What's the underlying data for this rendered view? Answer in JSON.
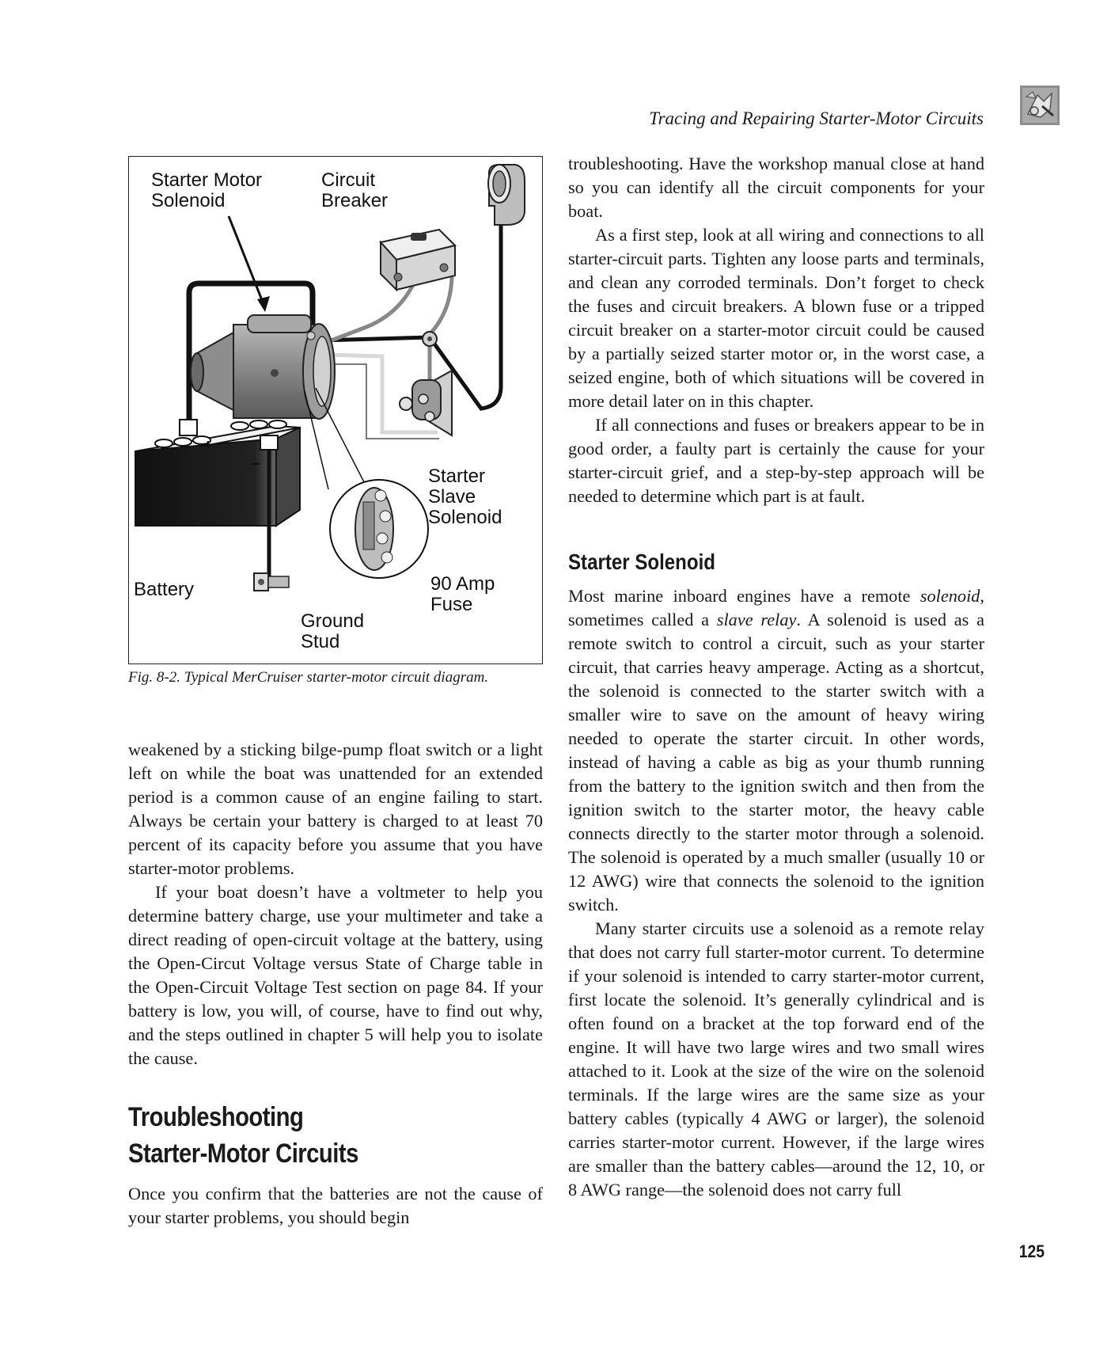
{
  "running_head": "Tracing and Repairing Starter-Motor Circuits",
  "icon": "chapter-tab-icon",
  "figure": {
    "labels": {
      "starter_motor_solenoid": "Starter Motor\nSolenoid",
      "circuit_breaker": "Circuit\nBreaker",
      "starter_slave_solenoid": "Starter\nSlave\nSolenoid",
      "battery": "Battery",
      "amp_fuse": "90 Amp\nFuse",
      "ground_stud": "Ground\nStud",
      "plus": "+",
      "minus": "–"
    },
    "caption": "Fig. 8-2. Typical MerCruiser starter-motor circuit diagram."
  },
  "left_column": {
    "para1": "weakened by a sticking bilge-pump float switch or a light left on while the boat was unattended for an extended period is a common cause of an engine failing to start. Always be certain your battery is charged to at least 70 percent of its capacity before you assume that you have starter-motor problems.",
    "para2": "If your boat doesn’t have a voltmeter to help you determine battery charge, use your multimeter and take a direct reading of open-circuit voltage at the battery, using the Open-Circut Voltage versus State of Charge table in the Open-Circuit Voltage Test section on page 84. If your battery is low, you will, of course, have to find out why, and the steps outlined in chapter 5 will help you to isolate the cause.",
    "heading": "Troubleshooting\nStarter-Motor Circuits",
    "para3": "Once you confirm that the batteries are not the cause of your starter problems, you should begin"
  },
  "right_column": {
    "para1": "troubleshooting. Have the workshop manual close at hand so you can identify all the circuit components for your boat.",
    "para2": "As a first step, look at all wiring and connections to all starter-circuit parts. Tighten any loose parts and terminals, and clean any corroded terminals. Don’t forget to check the fuses and circuit breakers. A blown fuse or a tripped circuit breaker on a starter-motor circuit could be caused by a partially seized starter motor or, in the worst case, a seized engine, both of which situations will be covered in more detail later on in this chapter.",
    "para3": "If all connections and fuses or breakers appear to be in good order, a faulty part is certainly the cause for your starter-circuit grief, and a step-by-step approach will be needed to determine which part is at fault.",
    "subheading": "Starter Solenoid",
    "para4_a": "Most marine inboard engines have a remote ",
    "para4_em1": "solenoid",
    "para4_b": ", sometimes called a ",
    "para4_em2": "slave relay",
    "para4_c": ". A solenoid is used as a remote switch to control a circuit, such as your starter circuit, that carries heavy amperage. Acting as a shortcut, the solenoid is connected to the starter switch with a smaller wire to save on the amount of heavy wiring needed to operate the starter circuit. In other words, instead of having a cable as big as your thumb running from the battery to the ignition switch and then from the ignition switch to the starter motor, the heavy cable connects directly to the starter motor through a solenoid. The solenoid is operated by a much smaller (usually 10 or 12 AWG) wire that connects the solenoid to the ignition switch.",
    "para5": "Many starter circuits use a solenoid as a remote relay that does not carry full starter-motor current. To determine if your solenoid is intended to carry starter-motor current, first locate the solenoid. It’s generally cylindrical and is often found on a bracket at the top forward end of the engine. It will have two large wires and two small wires attached to it. Look at the size of the wire on the solenoid terminals. If the large wires are the same size as your battery cables (typically 4 AWG or larger), the solenoid carries starter-motor current. However, if the large wires are smaller than the battery cables—around the 12, 10, or 8 AWG range—the solenoid does not carry full"
  },
  "page_number": "125"
}
